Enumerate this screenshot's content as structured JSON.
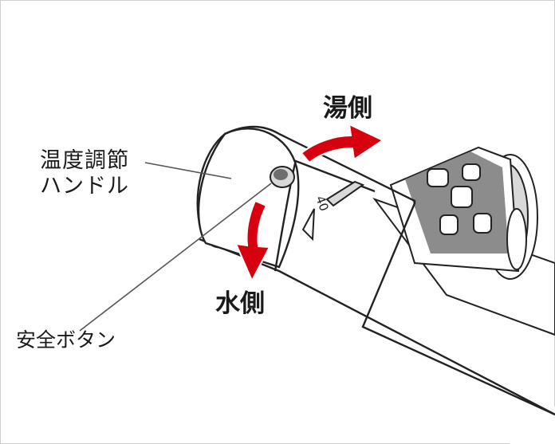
{
  "labels": {
    "temperature_handle_line1": "温度調節",
    "temperature_handle_line2": "ハンドル",
    "hot_side": "湯側",
    "cold_side": "水側",
    "safety_button": "安全ボタン",
    "dial_value": "40"
  },
  "colors": {
    "arrow": "#d7000f",
    "outline": "#222222",
    "leader": "#555555",
    "gray_part": "#8c8c8c",
    "light_part": "#d9d9d9"
  }
}
